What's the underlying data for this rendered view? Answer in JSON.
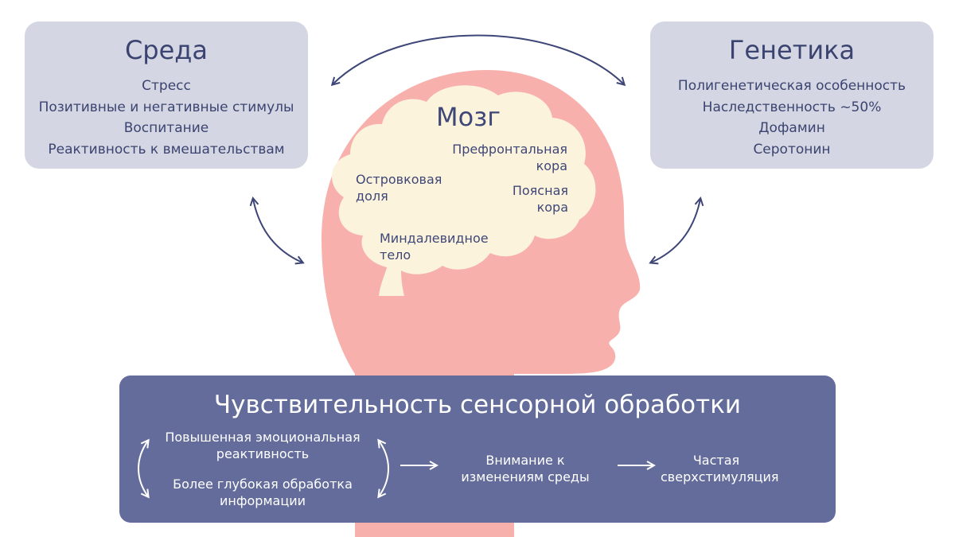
{
  "environment": {
    "title": "Среда",
    "items": [
      "Стресс",
      "Позитивные и негативные стимулы",
      "Воспитание",
      "Реактивность к вмешательствам"
    ]
  },
  "genetics": {
    "title": "Генетика",
    "items": [
      "Полигенетическая особенность",
      "Наследственность ~50%",
      "Дофамин",
      "Серотонин"
    ]
  },
  "brain": {
    "title": "Мозг",
    "prefrontal": "Префронтальная кора",
    "insula": "Островковая доля",
    "cingulate": "Поясная кора",
    "amygdala": "Миндалевидное тело"
  },
  "sps": {
    "title": "Чувствительность сенсорной обработки",
    "reactivity": "Повышенная эмоциональная реактивность",
    "processing": "Более глубокая обработка информации",
    "attention": "Внимание к изменениям среды",
    "overstim": "Частая сверхстимуляция"
  },
  "colors": {
    "box": "#d4d7e3",
    "head": "#f8b0ad",
    "brain": "#fbf3dc",
    "panel": "#636c9b",
    "text": "#3f4778",
    "arrow": "#3e4677"
  }
}
